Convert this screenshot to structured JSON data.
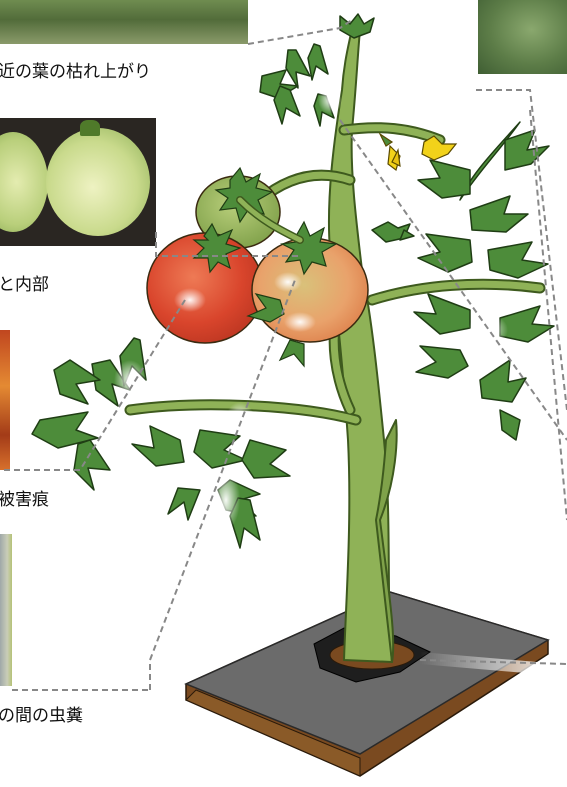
{
  "labels": {
    "top_leaves": "近の葉の枯れ上がり",
    "fruit_inside": "と内部",
    "damage_marks": "被害痕",
    "frass": "の間の虫糞"
  },
  "colors": {
    "stem": "#8fb257",
    "stem_outline": "#3e5a1e",
    "leaf": "#4d8c3a",
    "leaf_outline": "#1f3d14",
    "fruit_red": "#d9452c",
    "fruit_orange": "#e9a26b",
    "fruit_green": "#8fb35a",
    "flower": "#f2d21a",
    "soil_top": "#6b6b6b",
    "soil_side": "#7a4a20",
    "mulch": "#1e1e1e",
    "leader_line": "#888888"
  },
  "icons": {
    "photos": [
      "dried-leaves-photo",
      "cut-fruit-photo",
      "fruit-surface-photo",
      "stem-frass-photo",
      "leaf-closeup-photo"
    ]
  }
}
